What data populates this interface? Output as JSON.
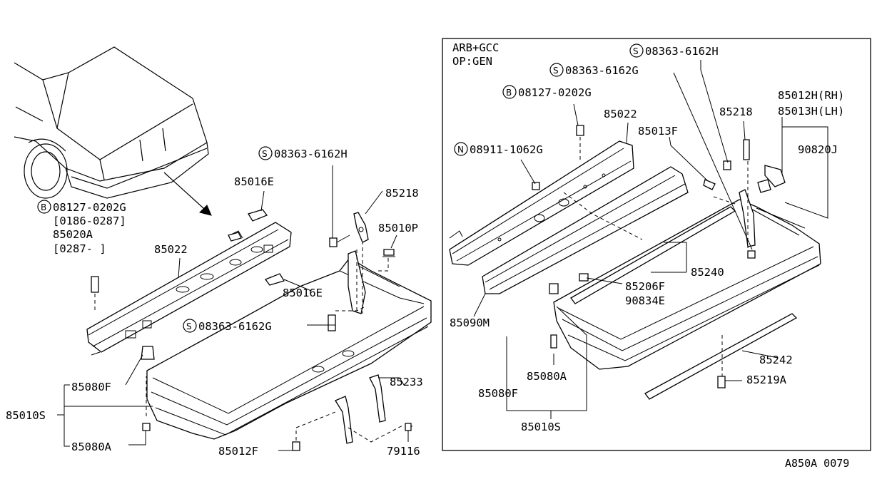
{
  "left_panel": {
    "labels": {
      "b_08127_0202g": "08127-0202G",
      "range_0186_0287": "[0186-0287]",
      "p85020a": "85020A",
      "range_0287": "[0287-   ]",
      "p85022": "85022",
      "p85016e_top": "85016E",
      "p85016e_bottom": "85016E",
      "s_08363_6162h": "08363-6162H",
      "p85218": "85218",
      "p85010p": "85010P",
      "s_08363_6162g": "08363-6162G",
      "p85080f": "85080F",
      "p85010s": "85010S",
      "p85080a": "85080A",
      "p85233": "85233",
      "p85012f": "85012F",
      "p79116": "79116"
    },
    "symbols": {
      "b": "B",
      "s": "S"
    }
  },
  "right_panel": {
    "heading_line1": "ARB+GCC",
    "heading_line2": "OP:GEN",
    "labels": {
      "s_08363_6162h": "08363-6162H",
      "s_08363_6162g": "08363-6162G",
      "b_08127_0202g": "08127-0202G",
      "p85022": "85022",
      "n_08911_1062g": "08911-1062G",
      "p85013f": "85013F",
      "p85218": "85218",
      "p85012h": "85012H(RH)",
      "p85013h": "85013H(LH)",
      "p90820j": "90820J",
      "p85240": "85240",
      "p85206f": "85206F",
      "p90834e": "90834E",
      "p85090m": "85090M",
      "p85080a": "85080A",
      "p85080f": "85080F",
      "p85010s": "85010S",
      "p85242": "85242",
      "p85219a": "85219A"
    },
    "symbols": {
      "b": "B",
      "s": "S",
      "n": "N"
    }
  },
  "footer_code": "A850A 0079"
}
